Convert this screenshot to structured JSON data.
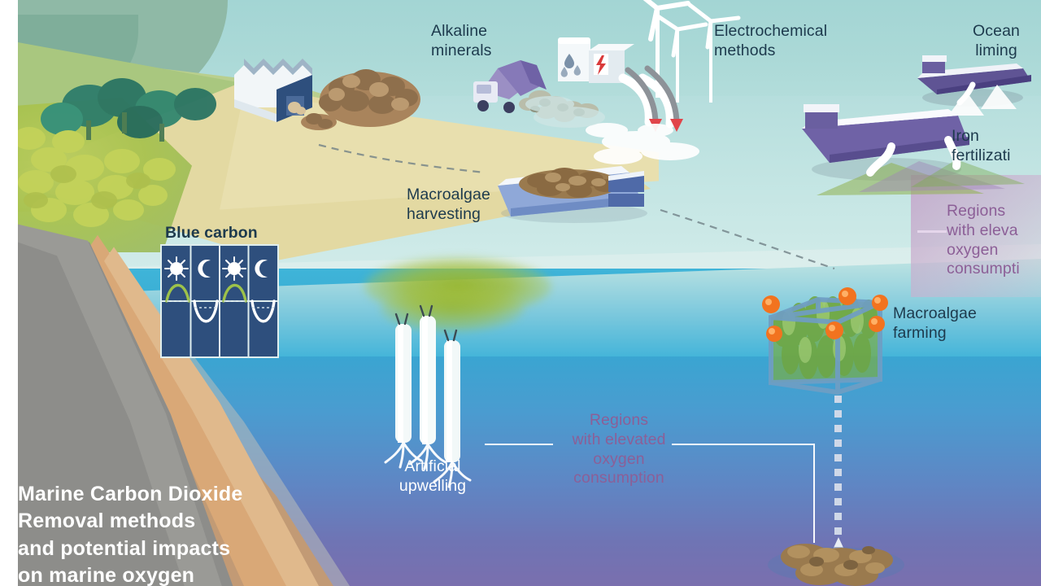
{
  "figure": {
    "title": "Marine Carbon Dioxide\nRemoval methods\nand potential impacts\non marine oxygen",
    "title_color": "#ffffff",
    "label_color": "#1d3a4d",
    "purple_label_color": "#8c5f97"
  },
  "labels": {
    "alkaline_minerals": "Alkaline\nminerals",
    "electrochemical_methods": "Electrochemical\nmethods",
    "ocean_liming": "Ocean\nliming",
    "iron_fertilization": "Iron\nfertilizati",
    "macroalgae_harvesting": "Macroalgae\nharvesting",
    "macroalgae_farming": "Macroalgae\nfarming",
    "blue_carbon": "Blue carbon",
    "artificial_upwelling": "Artificial\nupwelling",
    "regions_oxygen_right": "Regions\nwith eleva\noxygen\nconsumpti",
    "regions_oxygen_center": "Regions\nwith elevated\noxygen\nconsumption"
  },
  "icons": {
    "sun": "sun-icon",
    "moon": "moon-icon",
    "water_droplet": "water-droplet-icon",
    "lightning_bolt": "lightning-bolt-icon",
    "wind_turbine": "wind-turbine-icon",
    "buoy": "buoy-icon",
    "down_arrow": "down-arrow-icon"
  },
  "scene": {
    "sky_color": "#a9d8d6",
    "shallow_water_color": "#3fb4d8",
    "deep_water_color": "#7a6fae",
    "land_color": "#b9cf8e",
    "sand_color": "#e3d9a2",
    "cliff_color": "#8d8d8a",
    "shelf_color": "#d9a877",
    "ship_purple": "#7b6cae",
    "ship_blue": "#8fa8d8",
    "algae_green": "#7fb04a",
    "algae_brown": "#9a7a4e",
    "buoy_orange": "#f2731f",
    "panel_navy": "#2e4f7d",
    "bloom_green": "#9bb428",
    "pink_zone": "#c4a0c8"
  },
  "blue_carbon_panel": {
    "cycles": [
      "sun",
      "moon",
      "sun",
      "moon"
    ],
    "curve_top_color": "#9dc24a",
    "curve_bottom_color": "#ffffff",
    "background": "#2e4f7d"
  }
}
